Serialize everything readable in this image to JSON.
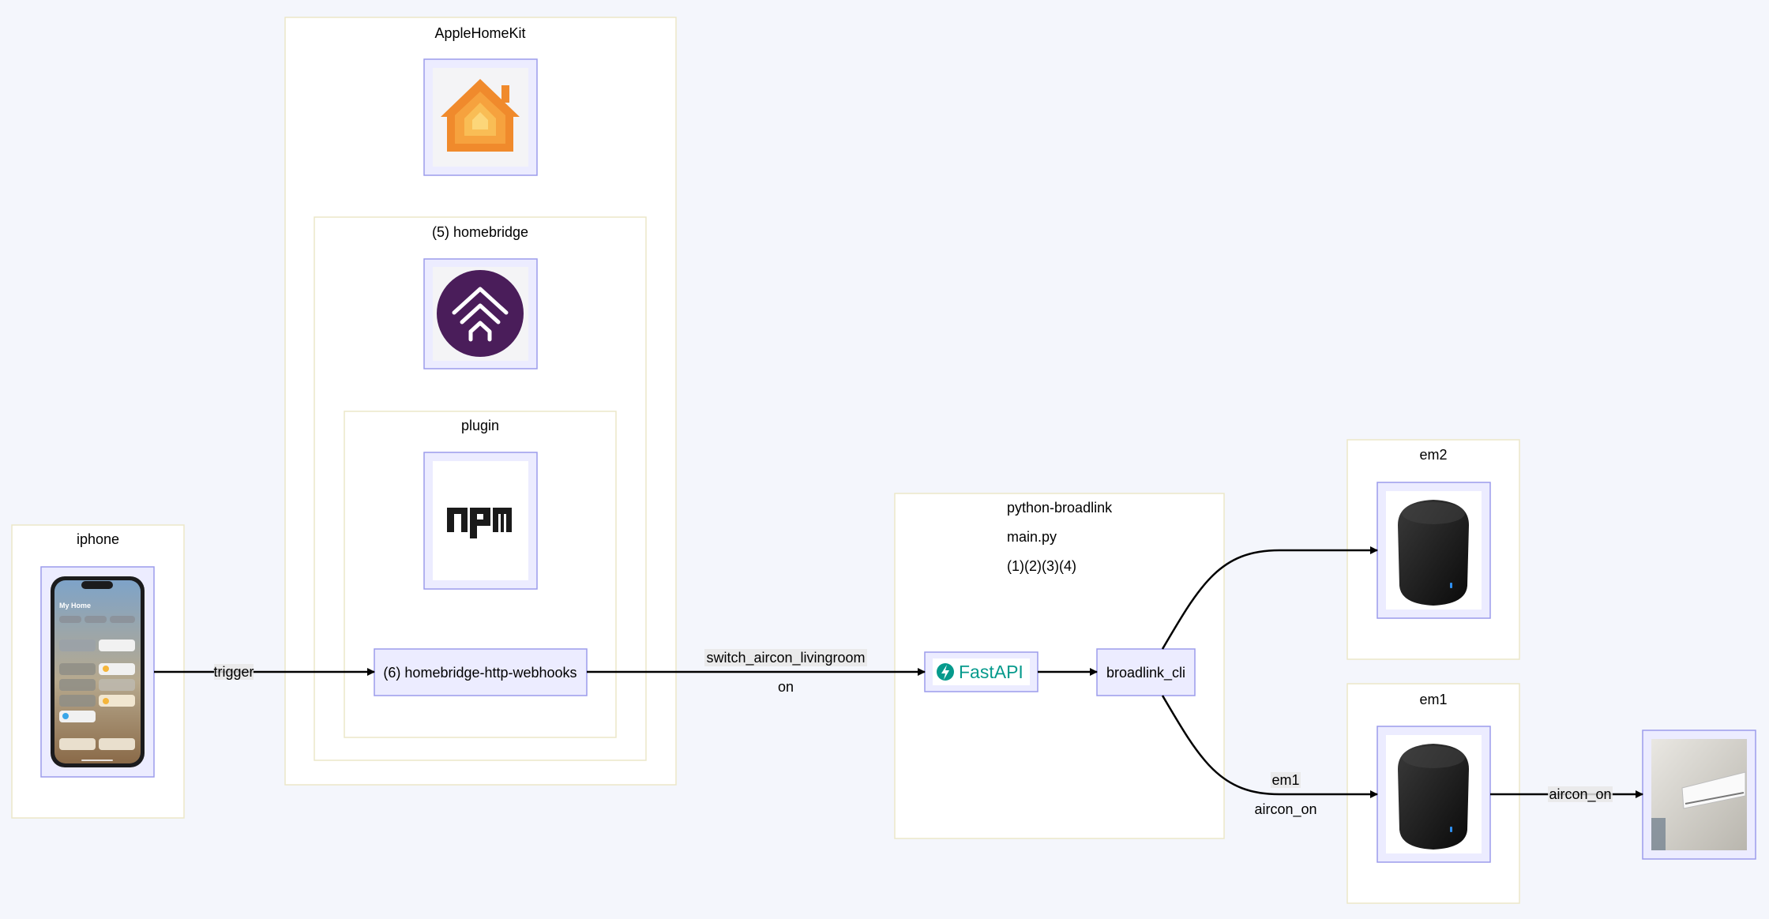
{
  "groups": {
    "apple_homekit": "AppleHomeKit",
    "homebridge": "(5) homebridge",
    "plugin": "plugin",
    "iphone": "iphone",
    "python_broadlink": "python-broadlink",
    "python_broadlink_line2": "main.py",
    "python_broadlink_line3": "(1)(2)(3)(4)",
    "em2": "em2",
    "em1": "em1"
  },
  "nodes": {
    "webhooks": "(6) homebridge-http-webhooks",
    "fastapi": "FastAPI",
    "broadlink_cli": "broadlink_cli",
    "npm_logo": "npm",
    "iphone_home_title": "My Home"
  },
  "edges": {
    "trigger": "trigger",
    "switch_line1": "switch_aircon_livingroom",
    "switch_line2": "on",
    "em1_line1": "em1",
    "em1_line2": "aircon_on",
    "aircon_on": "aircon_on"
  },
  "colors": {
    "group_border": "#ece7c8",
    "node_fill": "#ececff",
    "node_border": "#9c9cec",
    "fastapi_teal": "#059a8c",
    "homebridge_purple": "#4a1d5a",
    "homekit_orange": "#f08a2c"
  }
}
